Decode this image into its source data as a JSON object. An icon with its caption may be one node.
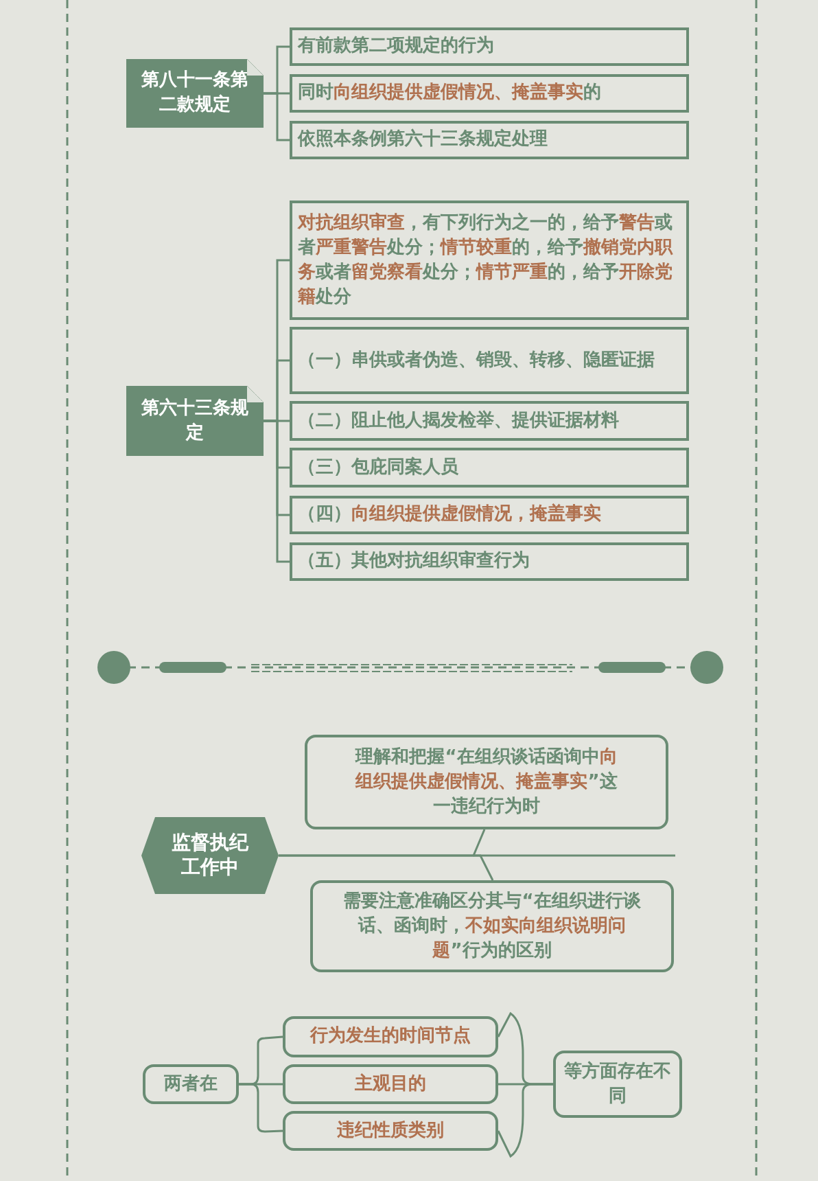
{
  "diagram": {
    "nodes": [
      {
        "text": [
          "第八十一条第二款规定"
        ]
      },
      {
        "text": [
          "有前款第二项规定的行为"
        ]
      },
      {
        "text": [
          "同时**向组织提供虚假情况、掩盖事实**的"
        ]
      },
      {
        "text": [
          "依照本条例第六十三条规定处理"
        ]
      },
      {
        "text": [
          "第六十三条规定"
        ]
      },
      {
        "text": [
          "**对抗组织审查**，有下列行为之一的，给予**警告**或者**严重警告**处分；**情节较重**的，给予**撤销党内职务**或者**留党察看**处分；**情节严重**的，给予**开除党籍**处分"
        ]
      },
      {
        "text": [
          "（一）串供或者伪造、销毁、转移、隐匿证据"
        ]
      },
      {
        "text": [
          "（二）阻止他人揭发检举、提供证据材料"
        ]
      },
      {
        "text": [
          "（三）包庇同案人员"
        ]
      },
      {
        "text": [
          "（四）**向组织提供虚假情况，掩盖事实**"
        ]
      },
      {
        "text": [
          "（五）其他对抗组织审查行为"
        ]
      },
      {
        "text": [
          "监督执纪工作中"
        ]
      },
      {
        "text": [
          "理解和把握“在组织谈话函询中**向组织提供虚假情况、掩盖事实**”这一违纪行为时"
        ]
      },
      {
        "text": [
          "需要注意准确区分其与“在组织进行谈话、函询时，**不如实向组织说明问题**”行为的区别"
        ]
      },
      {
        "text": [
          "两者在"
        ]
      },
      {
        "text": [
          "行为发生的时间节点"
        ]
      },
      {
        "text": [
          "主观目的"
        ]
      },
      {
        "text": [
          "违纪性质类别"
        ]
      },
      {
        "text": [
          "等方面存在不同"
        ]
      }
    ],
    "edges": [
      {
        "from": 0,
        "to": 1,
        "arrow": "none"
      },
      {
        "from": 0,
        "to": 2,
        "arrow": "none"
      },
      {
        "from": 0,
        "to": 3,
        "arrow": "none"
      },
      {
        "from": 4,
        "to": 5,
        "arrow": "none"
      },
      {
        "from": 4,
        "to": 6,
        "arrow": "none"
      },
      {
        "from": 4,
        "to": 7,
        "arrow": "none"
      },
      {
        "from": 4,
        "to": 8,
        "arrow": "none"
      },
      {
        "from": 4,
        "to": 9,
        "arrow": "none"
      },
      {
        "from": 4,
        "to": 10,
        "arrow": "none"
      },
      {
        "from": 11,
        "to": 12,
        "arrow": "none"
      },
      {
        "from": 11,
        "to": 13,
        "arrow": "none"
      },
      {
        "from": 14,
        "to": 15,
        "arrow": "none"
      },
      {
        "from": 14,
        "to": 16,
        "arrow": "none"
      },
      {
        "from": 14,
        "to": 17,
        "arrow": "none"
      },
      {
        "from": 15,
        "to": 18,
        "arrow": "none"
      },
      {
        "from": 16,
        "to": 18,
        "arrow": "none"
      },
      {
        "from": 17,
        "to": 18,
        "arrow": "none"
      }
    ]
  }
}
